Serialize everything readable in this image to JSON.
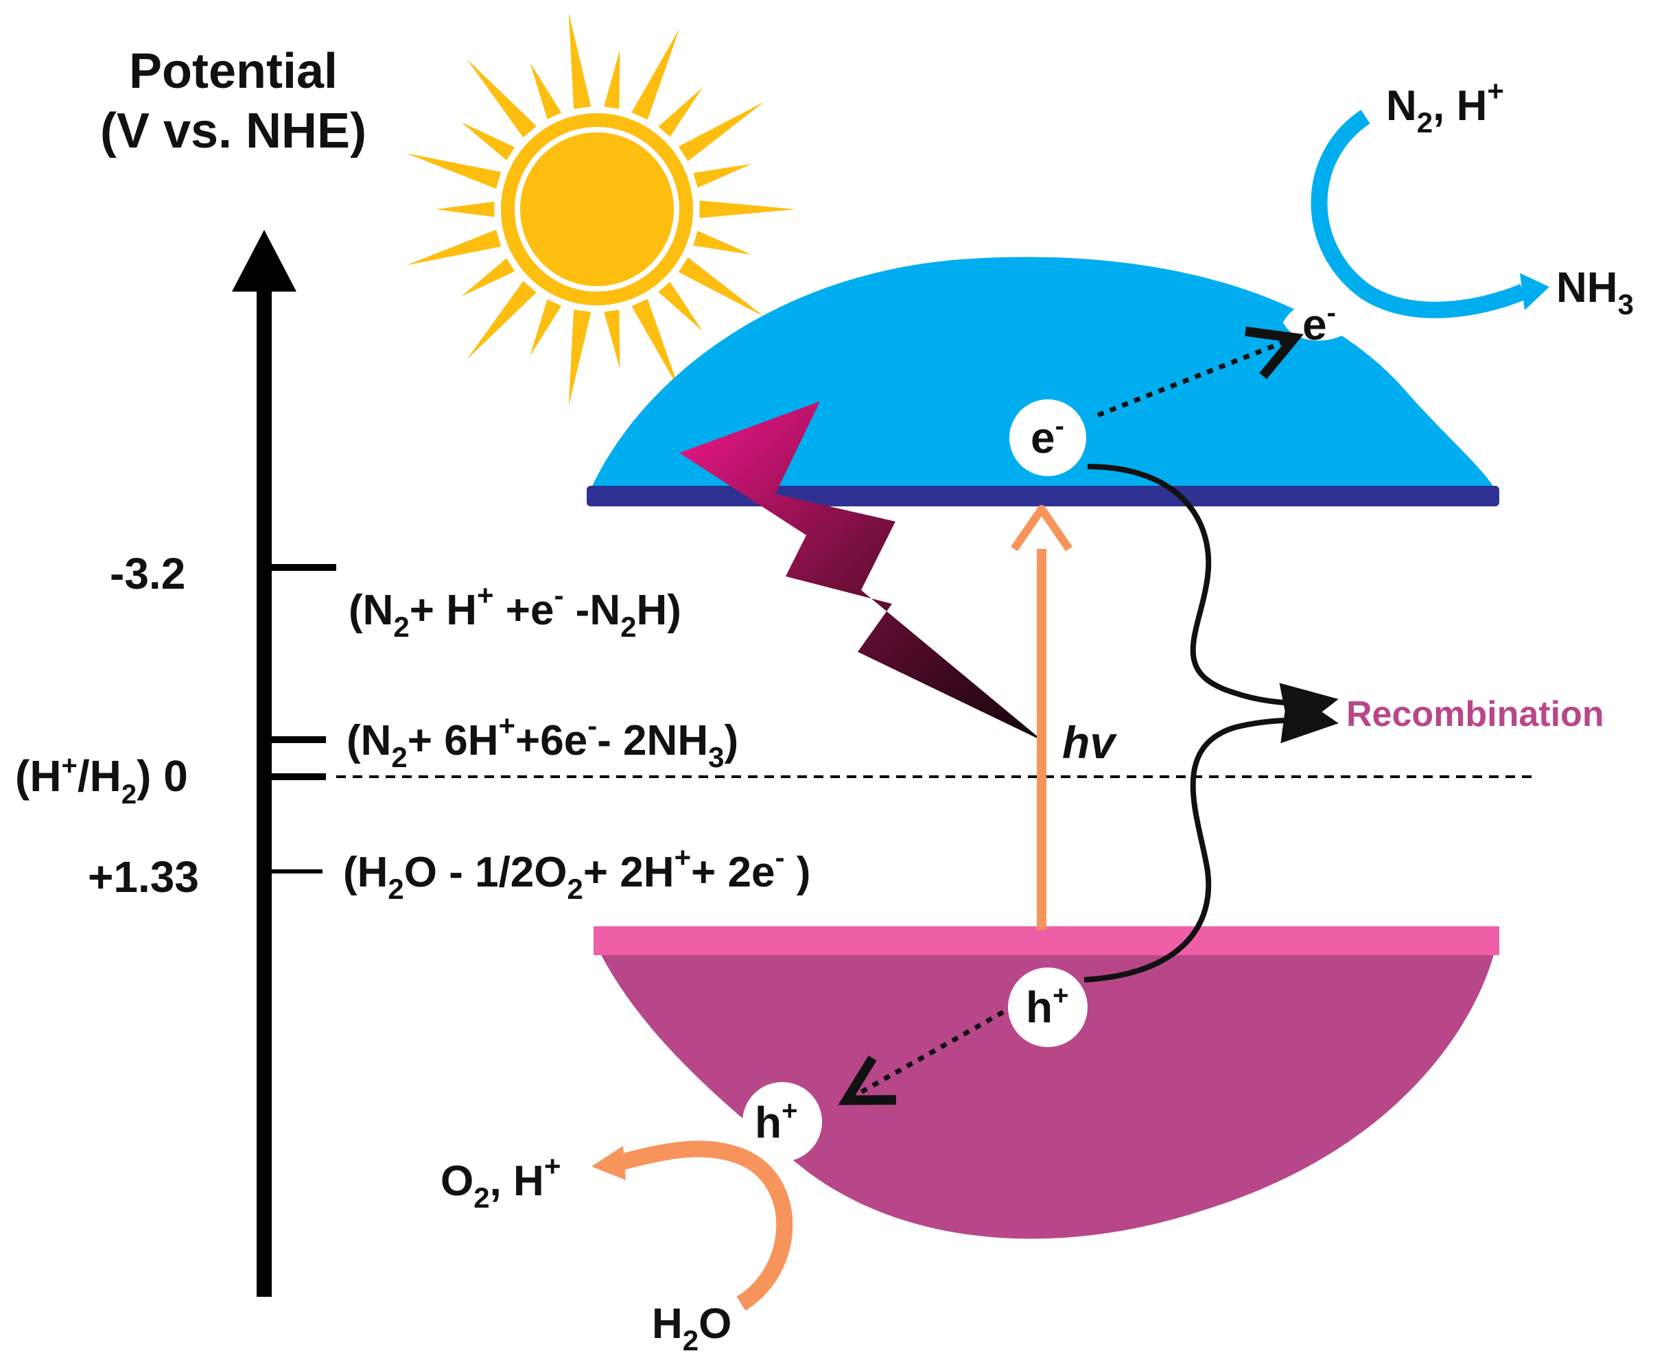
{
  "axis": {
    "title_line1": "Potential",
    "title_line2": "(V vs. NHE)",
    "ticks": [
      {
        "label": "-3.2"
      },
      {
        "label": "(H⁺/H₂) 0"
      },
      {
        "label": "+1.33"
      }
    ]
  },
  "equations": [
    {
      "base": "(N",
      "s1": "2",
      "m1": "+ H",
      "s2": "+",
      "m2": " +e",
      "s3": "-",
      "m3": " -N",
      "s4": "2",
      "tail": "H)"
    },
    {
      "base": "(N",
      "s1": "2",
      "m1": "+ 6H",
      "s2": "+",
      "m2": "+6e",
      "s3": "-",
      "m3": "- 2NH",
      "s4": "3",
      "tail": ")"
    },
    {
      "base": "(H",
      "s1": "2",
      "m1": "O - 1/2O",
      "s2": "2",
      "m2": "+ 2H",
      "s3": "+",
      "m3": "+ 2e",
      "s4": "-",
      "tail": " )"
    }
  ],
  "h2_label": {
    "open": "(H",
    "plus": "+",
    "mid": "/H",
    "sub": "2",
    "close": ") 0"
  },
  "carriers": {
    "electron": "e",
    "electron_sign": "-",
    "hole": "h",
    "hole_sign": "+"
  },
  "photon_label": "hv",
  "recombination_label": "Recombination",
  "reduction": {
    "reactant": "N",
    "reactant_sub": "2",
    "reactant_tail": ", H",
    "reactant_sup": "+",
    "product": "NH",
    "product_sub": "3"
  },
  "oxidation": {
    "product": "O",
    "product_sub": "2",
    "product_tail": ", H",
    "product_sup": "+",
    "reactant": "H",
    "reactant_sub": "2",
    "reactant_tail": "O"
  },
  "colors": {
    "conduction_band": "#00ADEF",
    "conduction_edge": "#2E3192",
    "valence_band": "#B8478A",
    "valence_edge": "#EE5FA7",
    "sun": "#FDBE10",
    "photon_arrow": "#F7945C",
    "oxidation_arrow": "#F7945C",
    "reduction_arrow": "#00ADEF",
    "recombination_text": "#B8478A",
    "lightning_start": "#F0168C",
    "lightning_end": "#1A0A10"
  }
}
